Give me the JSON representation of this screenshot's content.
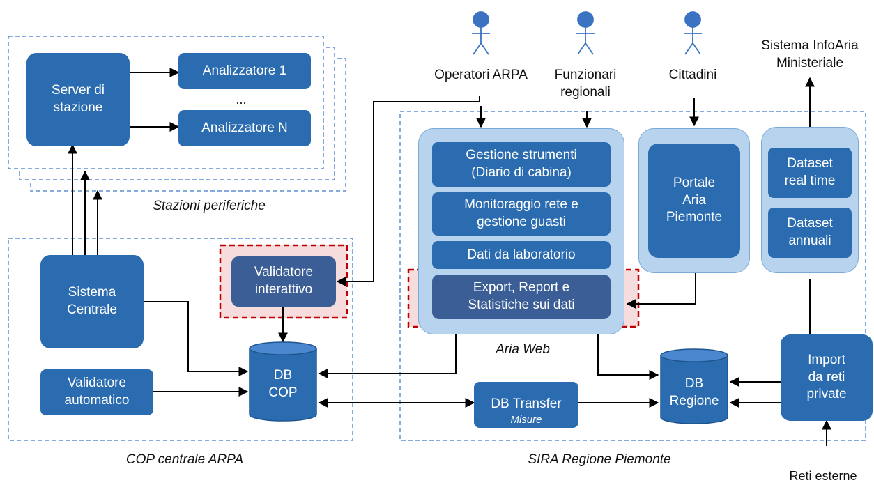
{
  "stations": {
    "server_box": "Server di\nstazione",
    "analyzer_1": "Analizzatore 1",
    "analyzer_ellipsis": "...",
    "analyzer_n": "Analizzatore N",
    "caption": "Stazioni periferiche"
  },
  "cop": {
    "central_system": "Sistema\nCentrale",
    "interactive_validator": "Validatore\ninterattivo",
    "automatic_validator": "Validatore\nautomatico",
    "db_cop": "DB\nCOP",
    "caption": "COP centrale ARPA"
  },
  "actors": {
    "arpa_operators": "Operatori ARPA",
    "regional_officials": "Funzionari\nregionali",
    "citizens": "Cittadini"
  },
  "aria_web": {
    "tools": "Gestione strumenti\n(Diario di cabina)",
    "monitoring": "Monitoraggio rete e\ngestione guasti",
    "lab_data": "Dati da laboratorio",
    "export": "Export, Report e\nStatistiche sui dati",
    "caption": "Aria Web"
  },
  "portal": {
    "label": "Portale\nAria\nPiemonte"
  },
  "datasets": {
    "realtime": "Dataset\nreal time",
    "annual": "Dataset\nannuali"
  },
  "infoaria": {
    "label": "Sistema InfoAria\nMinisteriale"
  },
  "sira": {
    "db_transfer": "DB Transfer",
    "db_transfer_sub": "Misure",
    "db_regione": "DB\nRegione",
    "import_box": "Import\nda reti\nprivate",
    "caption": "SIRA Regione Piemonte",
    "external": "Reti esterne"
  },
  "colors": {
    "box_blue": "#2b6cb0",
    "box_dark": "#3a5e95",
    "panel_light": "#b7d3ee",
    "dash_blue": "#5b8fd0",
    "highlight_red": "#c00000",
    "highlight_fill": "#f6dcdc"
  }
}
